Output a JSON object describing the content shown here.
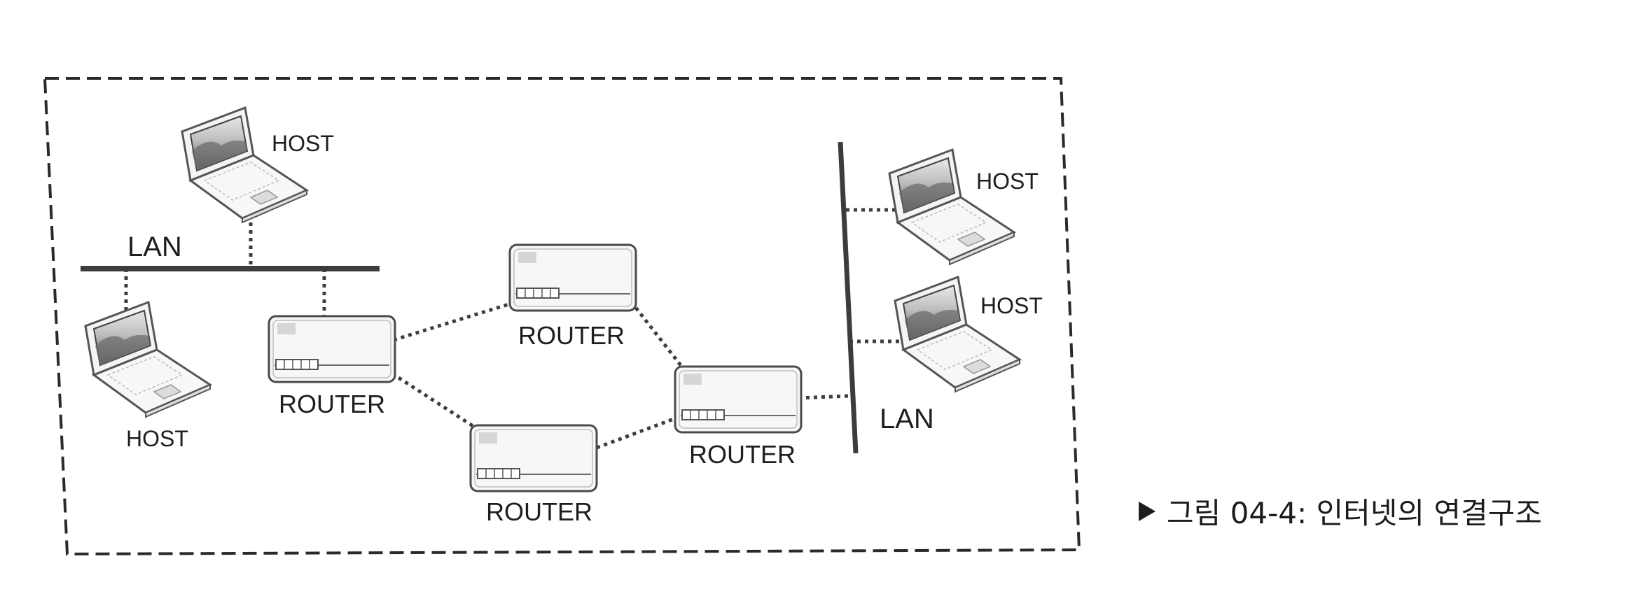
{
  "diagram": {
    "lan_left": "LAN",
    "lan_right": "LAN",
    "hosts": [
      "HOST",
      "HOST",
      "HOST",
      "HOST"
    ],
    "routers": [
      "ROUTER",
      "ROUTER",
      "ROUTER",
      "ROUTER"
    ]
  },
  "caption": {
    "text": "그림 04-4: 인터넷의 연결구조",
    "marker_icon": "triangle-right-icon"
  }
}
